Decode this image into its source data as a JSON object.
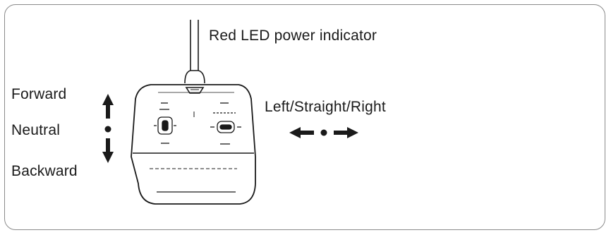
{
  "labels": {
    "power_indicator": "Red LED power indicator",
    "forward": "Forward",
    "neutral": "Neutral",
    "backward": "Backward",
    "steering": "Left/Straight/Right"
  },
  "colors": {
    "line": "#1a1a1a",
    "frame": "#8a8a8a",
    "background": "#ffffff"
  },
  "icons": {
    "throttle": "up-down-arrow-icon",
    "steering": "left-right-arrow-icon"
  }
}
